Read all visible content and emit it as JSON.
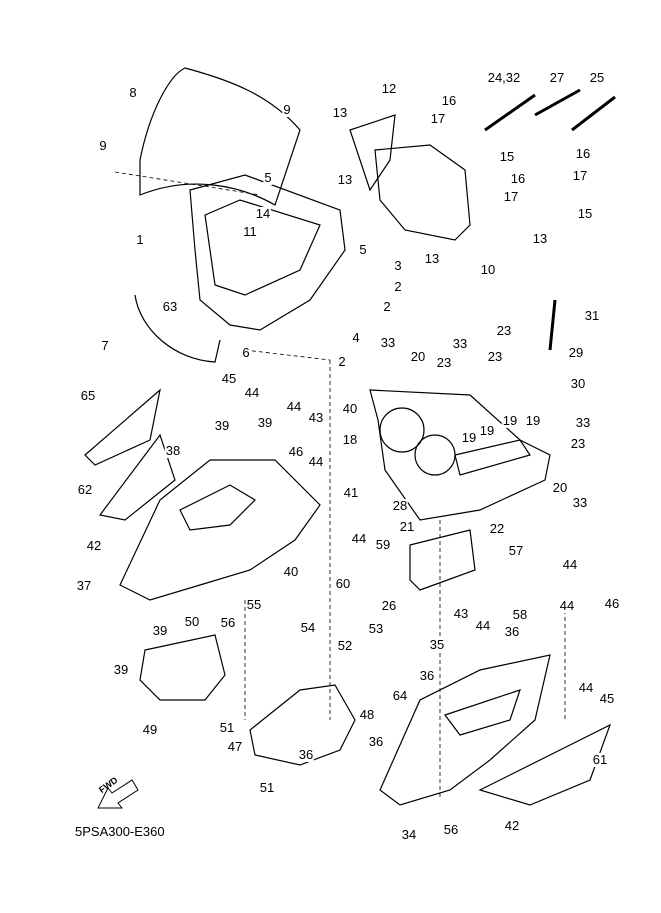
{
  "diagram_code": "5PSA300-E360",
  "fwd_label": "FWD",
  "labels": [
    "8",
    "9",
    "9",
    "12",
    "13",
    "16",
    "17",
    "24,32",
    "27",
    "25",
    "15",
    "5",
    "13",
    "16",
    "16",
    "17",
    "17",
    "15",
    "14",
    "11",
    "1",
    "5",
    "13",
    "13",
    "10",
    "3",
    "2",
    "2",
    "63",
    "4",
    "2",
    "6",
    "7",
    "31",
    "23",
    "33",
    "33",
    "20",
    "29",
    "23",
    "23",
    "30",
    "45",
    "44",
    "40",
    "65",
    "39",
    "39",
    "44",
    "43",
    "33",
    "19",
    "19",
    "19",
    "19",
    "18",
    "23",
    "38",
    "46",
    "44",
    "62",
    "41",
    "20",
    "28",
    "33",
    "22",
    "42",
    "21",
    "44",
    "59",
    "60",
    "57",
    "44",
    "40",
    "37",
    "55",
    "56",
    "26",
    "58",
    "44",
    "46",
    "39",
    "54",
    "50",
    "43",
    "44",
    "36",
    "53",
    "52",
    "35",
    "36",
    "39",
    "64",
    "44",
    "45",
    "49",
    "51",
    "48",
    "36",
    "47",
    "36",
    "61",
    "51",
    "34",
    "56",
    "42"
  ]
}
